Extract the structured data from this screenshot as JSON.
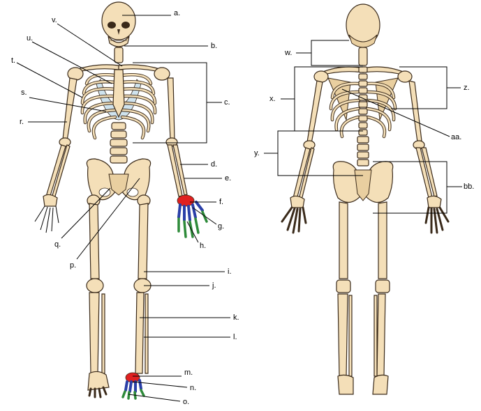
{
  "labels": {
    "a": "a.",
    "b": "b.",
    "c": "c.",
    "d": "d.",
    "e": "e.",
    "f": "f.",
    "g": "g.",
    "h": "h.",
    "i": "i.",
    "j": "j.",
    "k": "k.",
    "l": "l.",
    "m": "m.",
    "n": "n.",
    "o": "o.",
    "p": "p.",
    "q": "q.",
    "r": "r.",
    "s": "s.",
    "t": "t.",
    "u": "u.",
    "v": "v.",
    "w": "w.",
    "x": "x.",
    "y": "y.",
    "z": "z.",
    "aa": "aa.",
    "bb": "bb."
  },
  "colors": {
    "bone": "#f4dfb8",
    "cartilage": "#cfe3ee",
    "carpals_tarsals": "#e02020",
    "metacarpals_metatarsals": "#2a3fa8",
    "phalanges": "#2e8b3a",
    "label_red": "#d42020",
    "label_blue": "#2a3fa8",
    "label_green": "#2e8b3a"
  }
}
